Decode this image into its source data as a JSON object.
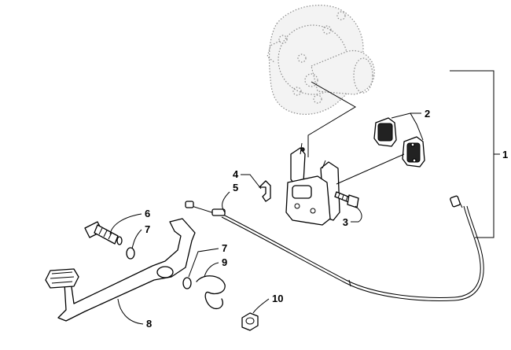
{
  "callouts": [
    {
      "id": "c1",
      "text": "1"
    },
    {
      "id": "c2",
      "text": "2"
    },
    {
      "id": "c3",
      "text": "3"
    },
    {
      "id": "c4",
      "text": "4"
    },
    {
      "id": "c5",
      "text": "5"
    },
    {
      "id": "c6",
      "text": "6"
    },
    {
      "id": "c7a",
      "text": "7"
    },
    {
      "id": "c7b",
      "text": "7"
    },
    {
      "id": "c8",
      "text": "8"
    },
    {
      "id": "c9",
      "text": "9"
    },
    {
      "id": "c10",
      "text": "10"
    }
  ]
}
